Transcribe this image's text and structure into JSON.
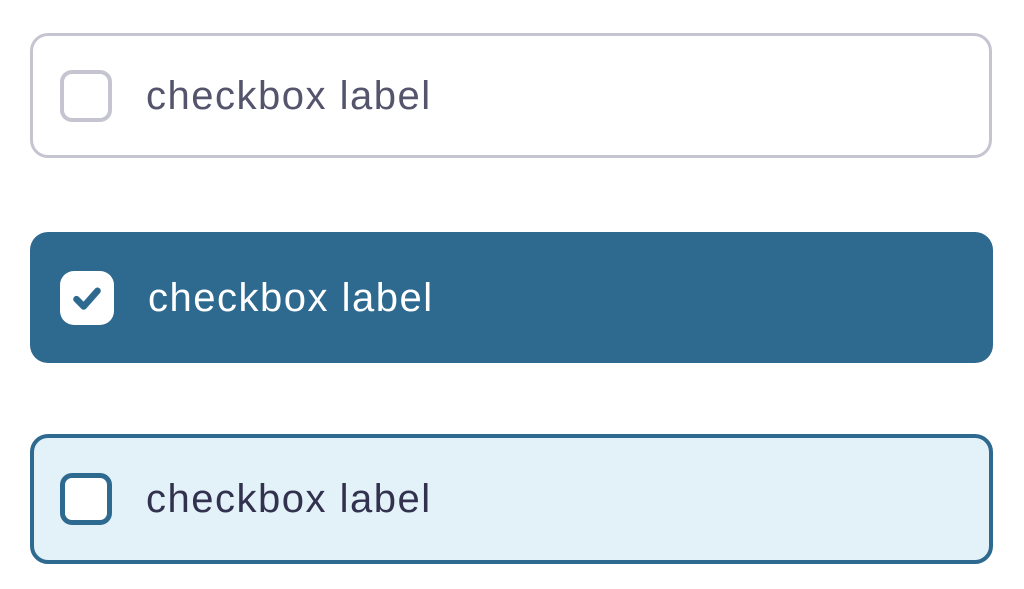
{
  "colors": {
    "accent_blue": "#2e6990",
    "light_blue_background": "#e3f1f9",
    "gray_border": "#c5c4d1",
    "label_default": "#54546c",
    "label_on_blue": "#ffffff",
    "label_highlighted": "#32324f",
    "checkbox_fill": "#ffffff"
  },
  "checkbox_rows": [
    {
      "variant": "default",
      "label": "checkbox label",
      "checked": false
    },
    {
      "variant": "selected",
      "label": "checkbox label",
      "checked": true
    },
    {
      "variant": "highlighted",
      "label": "checkbox label",
      "checked": false
    }
  ]
}
